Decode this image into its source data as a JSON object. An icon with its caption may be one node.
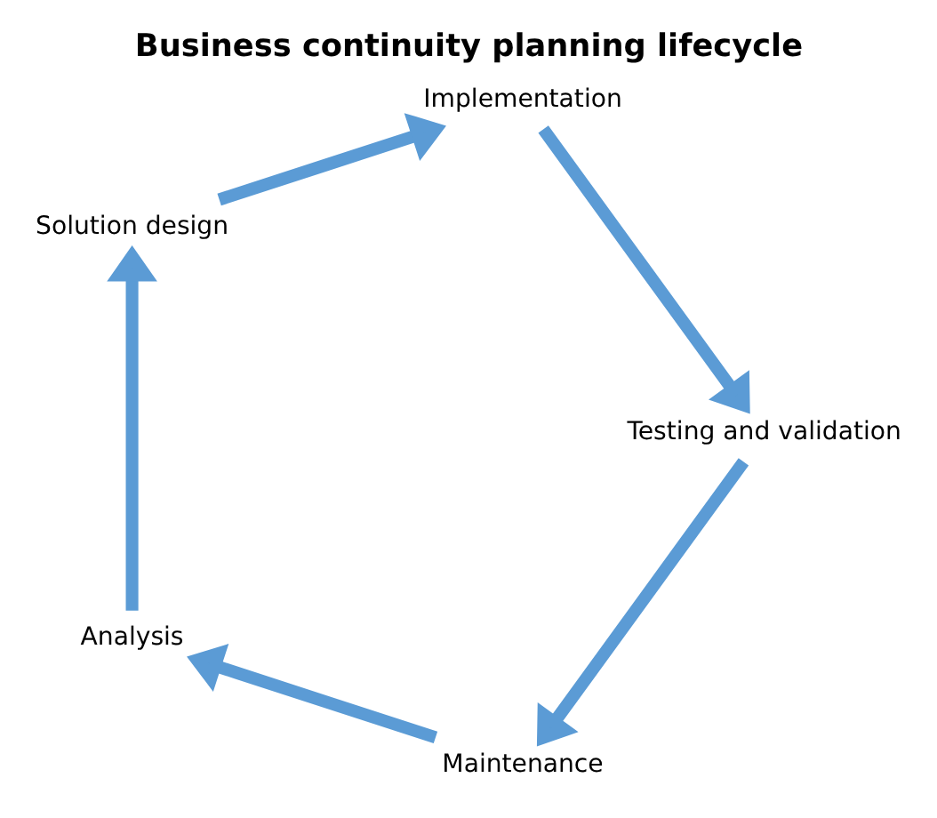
{
  "diagram": {
    "title": "Business continuity planning lifecycle",
    "nodes": [
      {
        "text": [
          "Maintenance"
        ]
      },
      {
        "text": [
          "Analysis"
        ]
      },
      {
        "text": [
          "Solution design"
        ]
      },
      {
        "text": [
          "Implementation"
        ]
      },
      {
        "text": [
          "Testing and validation"
        ]
      }
    ],
    "edges": [
      {
        "from": 0,
        "to": 1,
        "arrow": "to"
      },
      {
        "from": 1,
        "to": 2,
        "arrow": "to"
      },
      {
        "from": 2,
        "to": 3,
        "arrow": "to"
      },
      {
        "from": 3,
        "to": 4,
        "arrow": "to"
      },
      {
        "from": 4,
        "to": 0,
        "arrow": "to"
      }
    ]
  }
}
